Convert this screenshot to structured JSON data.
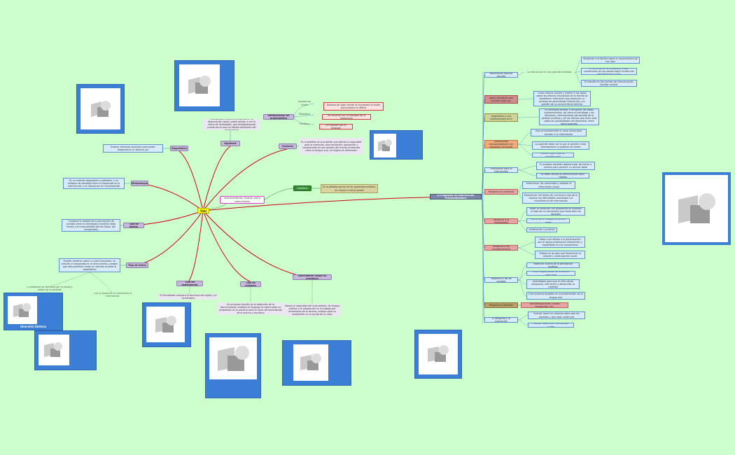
{
  "mindmap": {
    "central": {
      "label": "Yoki"
    },
    "left_branches": [
      {
        "label": "Diagnóstico",
        "detail": "Evaluar síntomas sindroms para poder diagnosticar la dislexia y/o"
      },
      {
        "label": "Hipótesis",
        "detail": "Una posible análisis de algunos en la observación social, podrá ayudar a ver la rutina de finalidades, que probablemente pueda servir para la idónea aplicación del instrumento"
      },
      {
        "label": "Identificación de problemática"
      },
      {
        "label": "Dyslexia",
        "detail": "Es la pérdida de la audición que afecta la capacidad para la retención, discriminación, asociación y comprensión de los sonidos del mundo ambiental como la lengua oral, se origina en diferentes"
      },
      {
        "label": "Metodología",
        "detail": "Es un método diagnóstico cualitativo, y un enfoque de abordaje tiene la hipocausa es la intervención a la hipoacusia en niño/aprendo"
      },
      {
        "label": "Tipo de diseño",
        "detail": "Compara la calidad de la percepción de sonidos entre la intensidad creciente (oído lineal) y la insensibilidad del de (Falso, del inesperado)"
      },
      {
        "label": "Tipo de Datos",
        "detail": "Pueden emitirse sobre o a otro formulario, en relación el desperado en la línea intelia y porgen que sólo permiten mejor un sentido es base al diagnóstico"
      },
      {
        "label": "Tipo de Instrumento",
        "detail": "El Estudiante compara la escritura del sujeto y el comentario"
      },
      {
        "label": "Tipo de muestra",
        "detail": "Su principal función es la detección de la discriminación auditiva el lenguaje la repercusión es problemas en la práctica para el inicio del aprendizaje de la lectura y escritura"
      },
      {
        "label": "Instrumento usado en problema",
        "detail": "Valora la capacidad del instrumento, de lengua pública y la adaptación en el trabajo por incremento de la lectura, análisis para su aceptación en la ayuda de la clase"
      }
    ],
    "dyslexia_types": [
      {
        "label": "Hipoacusia mixta",
        "desc": "Dislexia de lugar donde se encuentra la lesión que produce el déficit"
      },
      {
        "label": "Etiológica",
        "desc": "De acuerdo con la etiología de la hipoacusia"
      },
      {
        "label": "Fonética",
        "desc": "En relación con el lenguaje"
      }
    ],
    "extra": {
      "magenta_note": "Instrumentación: Evaluar qué o como lectura",
      "green_label": "Hipótesis",
      "green_detail": "Es la pérdida parcial de la capacidad auditiva, en mayor o menor grado"
    },
    "fine_notes": [
      "El problema se identifica por la causa y origen de la audición",
      "Con la ayuda de la información e información"
    ],
    "image_captions": [
      "Diversión Dislexia"
    ],
    "right_root": {
      "label": "El Programa de intervención Psicopedagógico"
    },
    "right_branches": [
      {
        "label": "Movimiento familiar escuela",
        "subs": [
          "La estructura en tres grandes ámbitos"
        ],
        "leaves": [
          "Ambiente e la familia sobre el conocimiento de sus hijos",
          "El fomento de la recepción, mejor condiciones de los padres sobre la atención educativa de su hijo",
          "El estudio en las normas de comunicación familiar escolar"
        ]
      },
      {
        "label": "Información sobre el papel educativo que pueden jugar los miembros sus familiares",
        "subs": [
          "Como indican (padre y madre) e los bajos sobre los efectos educativos de la familia se establecen relaciones que producen un proceso de aprendizaje interacción y es gestión de su conocimiento familiar"
        ]
      },
      {
        "label": "Clarificación del diagnóstico y sus implicaciones en el desarrollo",
        "subs": [
          "Es necesario aclarar o recuperar los datos suplementarios, así como el psicólogo y los familiares, informaciones del sentido de la pérdida auditiva y de los efectos que tiene este sobre las posibilidades del desarrollo, entre otros aspectos"
        ]
      },
      {
        "label": "Intervención psicopedagógica con respecto a la acción",
        "subs": [
          "Usar principalmente el canal visual para acceder a la información",
          "La posición debe ser la que le permita mirar directamente al profesor de frente",
          "Utilizar algún tipo de amplificación"
        ]
      },
      {
        "label": "Precisiones para la intervención",
        "subs": [
          "El profesor también deberá estar de frente a alumno para permitir su lectura labial",
          "Se debe utilizar la comunicación total: Gestos"
        ]
      },
      {
        "label": "Respecto al contenido",
        "subs": [
          "Seleccionar los contenidos y adaptar la información visual",
          "Determinar los temas de currículum que de la superar las dificultades asociadas a la transferencia de información"
        ]
      },
      {
        "label": "Respecto a la metodología",
        "subs": [
          "Poder la situación con problemas de audición al lado de un compañero que tome bien las apuntes",
          "Fomentar el trabajo la lectura labial",
          "Información y práctica"
        ]
      },
      {
        "label": "Respecto a las consideraciones",
        "subs": [
          "Debe a ser diseño a la participación que el apoyo profesional interactúen y respaldado de sus compañeros",
          "Trabajo en grupos que favorezcan la relación y participación social"
        ]
      },
      {
        "label": "Respecto a las de acogida",
        "subs": [
          "Potenciar cuanto de la percepción auditiva",
          "Crear organización de la familia adecuada",
          "Actividades para que el niño sienta integrarse, estructura y desarrollar la realidad",
          "Instrucciones basadas en la presentación de la lengua oral"
        ]
      },
      {
        "label": "Respecto a fidelidad",
        "subs": [
          "Recomendaciones, cuales temporales, etc."
        ]
      },
      {
        "label": "El Respecto a la evaluación",
        "subs": [
          "Evaluar sobre los mismos sobre que los soportes y que sean continuas",
          "Evaluar solamente escritos por sujeto"
        ]
      }
    ]
  },
  "colors": {
    "background": "#ccffcc",
    "link_red": "#d0021b",
    "link_green": "#2e8b2e",
    "link_blue": "#4a90c8",
    "image_frame": "#3a7ed6"
  }
}
